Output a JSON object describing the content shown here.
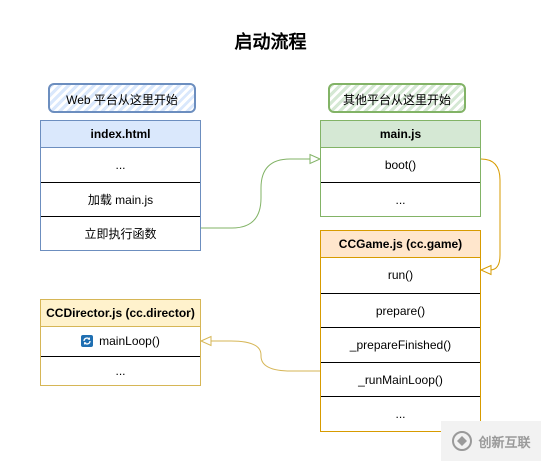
{
  "title": "启动流程",
  "notes": {
    "web": "Web 平台从这里开始",
    "other": "其他平台从这里开始"
  },
  "index_html": {
    "header": "index.html",
    "rows": [
      "...",
      "加载 main.js",
      "立即执行函数"
    ]
  },
  "main_js": {
    "header": "main.js",
    "rows": [
      "boot()",
      "..."
    ]
  },
  "ccgame": {
    "header": "CCGame.js (cc.game)",
    "rows": [
      "run()",
      "prepare()",
      "_prepareFinished()",
      "_runMainLoop()",
      "..."
    ]
  },
  "ccdirector": {
    "header": "CCDirector.js (cc.director)",
    "rows": [
      "mainLoop()",
      "..."
    ],
    "loop_icon": "refresh-icon"
  },
  "colors": {
    "web_connector": "#82b366",
    "ccgame_connector": "#d79b00",
    "director_connector": "#d6b656"
  },
  "watermark": {
    "text": "创新互联",
    "icon": "logo-icon"
  }
}
